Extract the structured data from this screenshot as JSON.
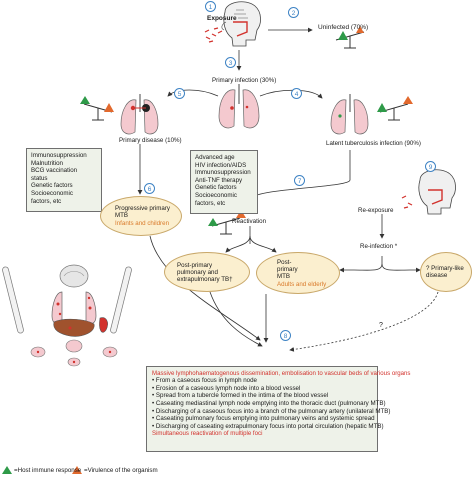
{
  "steps": [
    "1",
    "2",
    "3",
    "4",
    "5",
    "6",
    "7",
    "8",
    "9"
  ],
  "exposure": "Exposure",
  "uninfected": "Uninfected (70%)",
  "primary_infection": "Primary infection (30%)",
  "primary_disease": "Primary disease (10%)",
  "latent_infection": "Latent tuberculosis infection (90%)",
  "risk_factors_left": [
    "Immunosuppression",
    "Malnutrition",
    "BCG vaccination",
    "status",
    "Genetic factors",
    "Socioeconomic",
    "factors, etc"
  ],
  "risk_factors_mid": [
    "Advanced age",
    "HIV infection/AIDS",
    "Immunosuppression",
    "Anti-TNF therapy",
    "Genetic factors",
    "Socioeconomic",
    "factors, etc"
  ],
  "progressive": {
    "line1": "Progressive primary",
    "line2": "MTB",
    "sub": "Infants and children"
  },
  "reactivation": "Reactivation",
  "re_exposure": "Re-exposure",
  "re_infection": "Re-infection *",
  "post_primary_tb": {
    "line1": "Post-primary",
    "line2": "pulmonary and",
    "line3": "extrapulmonary TB†"
  },
  "post_primary_mtb": {
    "line1": "Post-",
    "line2": "primary",
    "line3": "MTB",
    "sub": "Adults and elderly"
  },
  "primary_like": {
    "line1": "? Primary-like",
    "line2": "disease"
  },
  "question_mark": "?",
  "bottom_box": {
    "title": "Massive lymphohaematogenous dissemination, embolisation to vascular beds of various organs",
    "items": [
      "• From a caseous focus in lymph node",
      "• Erosion of a caseous lymph node into a blood vessel",
      "• Spread from a tubercle formed in the intima of the blood vessel",
      "• Caseating mediastinal lymph node emptying into the thoracic duct (pulmonary MTB)",
      "• Discharging of a caseous focus into a branch of the pulmonary artery (unilateral MTB)",
      "• Caseating pulmonary focus emptying into pulmonary veins and systemic spread",
      "• Discharging of caseating extrapulmonary focus into portal circulation (hepatic MTB)"
    ],
    "footer": "Simultaneous reactivation of multiple foci"
  },
  "legend": {
    "host": "=Host immune response",
    "virulence": "=Virulence of the organism"
  },
  "colors": {
    "green": "#2e9a48",
    "orange": "#e2692d",
    "red": "#d2322d",
    "step_blue": "#3e83c4",
    "oval_fill": "#fbefcf",
    "box_fill": "#eef2e9",
    "lung": "#f4c9cf"
  }
}
